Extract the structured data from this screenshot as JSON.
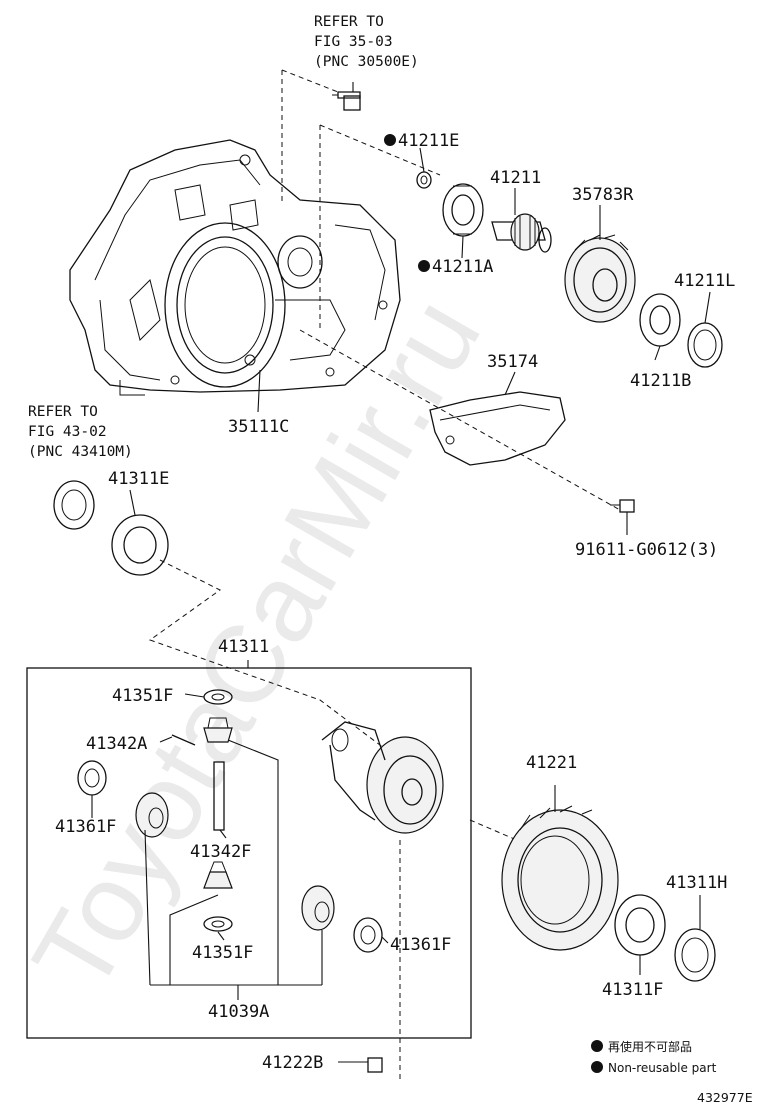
{
  "watermark": "ToyotaCarMir.ru",
  "figure_code": "432977E",
  "references": [
    {
      "line1": "REFER TO",
      "line2": "FIG 35-03",
      "line3": "(PNC 30500E)"
    },
    {
      "line1": "REFER TO",
      "line2": "FIG 43-02",
      "line3": "(PNC 43410M)"
    }
  ],
  "parts": {
    "p41211E": "41211E",
    "p41211": "41211",
    "p35783R": "35783R",
    "p41211A": "41211A",
    "p41211L": "41211L",
    "p41211B": "41211B",
    "p35174": "35174",
    "p35111C": "35111C",
    "p41311E": "41311E",
    "p91611": "91611-G0612(3)",
    "p41311": "41311",
    "p41351F_top": "41351F",
    "p41342A": "41342A",
    "p41361F_left": "41361F",
    "p41342F": "41342F",
    "p41351F_bottom": "41351F",
    "p41361F_right": "41361F",
    "p41039A": "41039A",
    "p41221": "41221",
    "p41311H": "41311H",
    "p41311F": "41311F",
    "p41222B": "41222B"
  },
  "legend": {
    "jp": "再使用不可部品",
    "en": "Non-reusable part"
  }
}
